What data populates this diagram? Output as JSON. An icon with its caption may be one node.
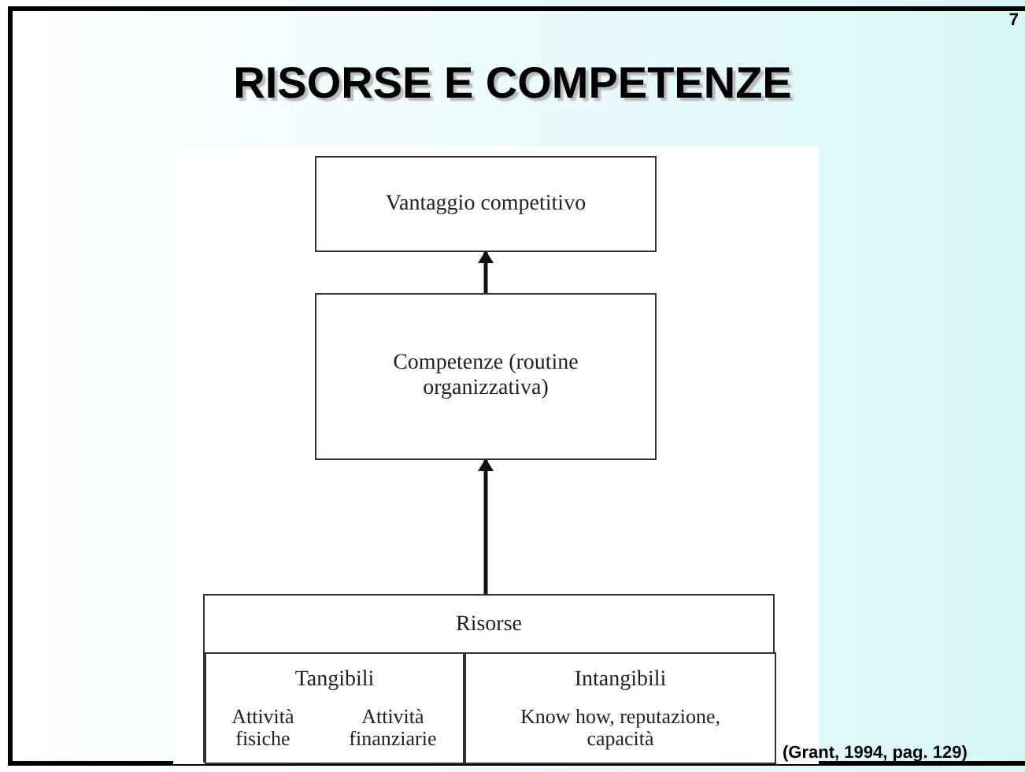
{
  "diagram": {
    "title": "RISORSE E COMPETENZE",
    "nodes": [
      {
        "text": [
          "Vantaggio competitivo"
        ]
      },
      {
        "text": [
          "Competenze (routine organizzativa)"
        ]
      },
      {
        "text": [
          "Risorse"
        ]
      },
      {
        "text": [
          "Tangibili",
          "Attività fisiche",
          "Attività finanziarie"
        ],
        "in": 2
      },
      {
        "text": [
          "Intangibili",
          "Know how, reputazione, capacità"
        ],
        "in": 2
      }
    ],
    "edges": [
      {
        "from": 2,
        "to": 1,
        "arrow": "to"
      },
      {
        "from": 1,
        "to": 0,
        "arrow": "to"
      }
    ],
    "labels": [
      "7",
      "(Grant, 1994, pag. 129)"
    ]
  }
}
